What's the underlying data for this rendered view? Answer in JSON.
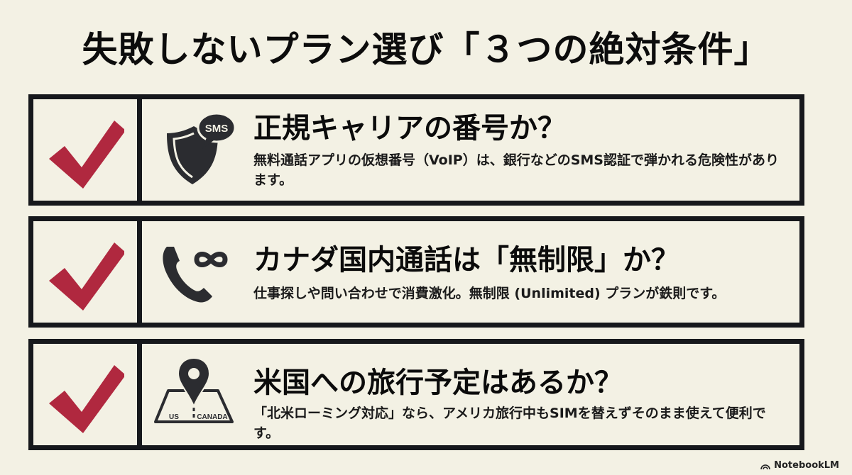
{
  "title": "失敗しないプラン選び「３つの絶対条件」",
  "colors": {
    "check": "#b0283f",
    "border": "#16181c",
    "background": "#f3f1e4",
    "icon": "#2b2c30"
  },
  "items": [
    {
      "icon": "shield-sms-icon",
      "icon_label": "SMS",
      "heading": "正規キャリアの番号か？",
      "description": "無料通話アプリの仮想番号（VoIP）は、銀行などのSMS認証で弾かれる危険性があります。"
    },
    {
      "icon": "phone-infinity-icon",
      "heading": "カナダ国内通話は「無制限」か？",
      "description": "仕事探しや問い合わせで消費激化。無制限 (Unlimited) プランが鉄則です。"
    },
    {
      "icon": "map-pin-icon",
      "icon_labels": [
        "US",
        "CANADA"
      ],
      "heading": "米国への旅行予定はあるか？",
      "description": "「北米ローミング対応」なら、アメリカ旅行中もSIMを替えずそのまま使えて便利です。"
    }
  ],
  "footer": {
    "brand": "NotebookLM"
  }
}
